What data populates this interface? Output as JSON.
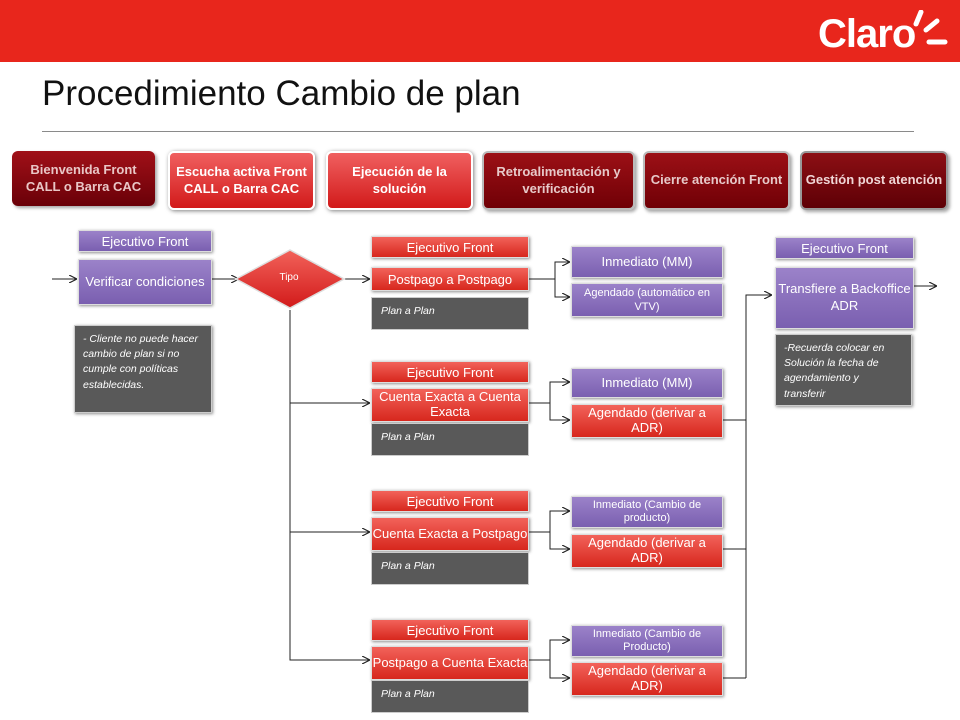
{
  "header": {
    "logo_text": "Claro",
    "brand_color": "#e8261c"
  },
  "title": "Procedimiento Cambio de plan",
  "phases": [
    "Bienvenida Front CALL o Barra CAC",
    "Escucha activa Front CALL o Barra CAC",
    "Ejecución de la solución",
    "Retroalimentación y verificación",
    "Cierre atención Front",
    "Gestión post atención"
  ],
  "start": {
    "role": "Ejecutivo Front",
    "action": "Verificar condiciones",
    "note": "- Cliente no puede hacer cambio de plan si no cumple con políticas establecidas."
  },
  "decision": "Tipo",
  "branches": [
    {
      "role": "Ejecutivo Front",
      "type": "Postpago a Postpago",
      "plan": "Plan a Plan",
      "opt1": "Inmediato (MM)",
      "opt2": "Agendado (automático en VTV)"
    },
    {
      "role": "Ejecutivo Front",
      "type": "Cuenta Exacta a Cuenta Exacta",
      "plan": "Plan a Plan",
      "opt1": "Inmediato (MM)",
      "opt2": "Agendado (derivar a ADR)"
    },
    {
      "role": "Ejecutivo Front",
      "type": "Cuenta Exacta a Postpago",
      "plan": "Plan a Plan",
      "opt1": "Inmediato (Cambio de producto)",
      "opt2": "Agendado (derivar a ADR)"
    },
    {
      "role": "Ejecutivo Front",
      "type": "Postpago  a Cuenta Exacta",
      "plan": "Plan a Plan",
      "opt1": "Inmediato (Cambio de Producto)",
      "opt2": "Agendado (derivar a ADR)"
    }
  ],
  "end": {
    "role": "Ejecutivo Front",
    "action": "Transfiere a Backoffice ADR",
    "note": "-Recuerda colocar en Solución la fecha de agendamiento y transferir"
  }
}
